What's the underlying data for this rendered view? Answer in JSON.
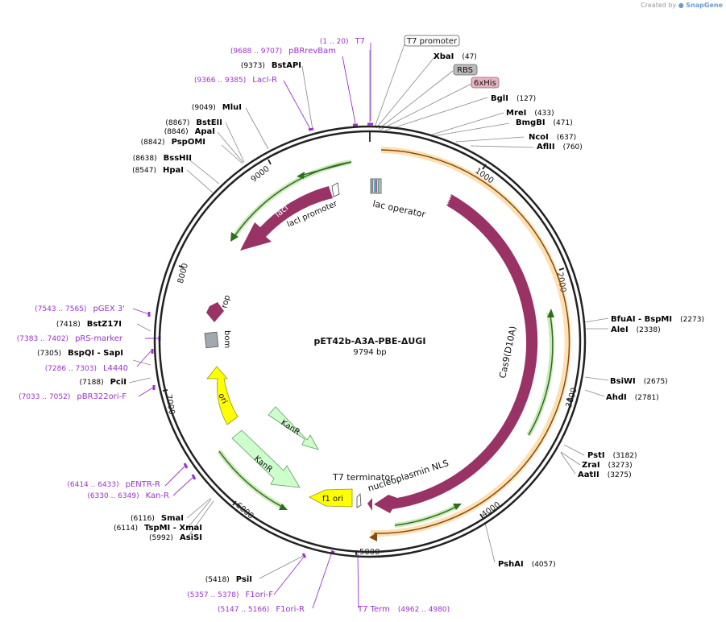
{
  "credit": {
    "created_by": "Created by",
    "app": "SnapGene"
  },
  "plasmid": {
    "name": "pET42b-A3A-PBE-ΔUGI",
    "size_label": "9794 bp",
    "length": 9794
  },
  "colors": {
    "feature_cds": "#993366",
    "feature_kanr": "#ccffcc",
    "feature_ori": "#ffff00",
    "feature_rop": "#993366",
    "primer_text": "#9933cc",
    "enzyme_text": "#000000",
    "orange_glow": "#f5a623",
    "green_arrow": "#339933"
  },
  "ticks": [
    "1000",
    "2000",
    "3000",
    "4000",
    "5000",
    "6000",
    "7000",
    "8000",
    "9000"
  ],
  "features": [
    {
      "label": "lac operator"
    },
    {
      "label": "lacI promoter"
    },
    {
      "label": "lacI"
    },
    {
      "label": "Cas9(D10A)"
    },
    {
      "label": "nucleoplasmin NLS"
    },
    {
      "label": "T7 terminator"
    },
    {
      "label": "f1 ori"
    },
    {
      "label": "KanR"
    },
    {
      "label": "KanR"
    },
    {
      "label": "ori"
    },
    {
      "label": "bom"
    },
    {
      "label": "rop"
    }
  ],
  "boxed_labels": [
    {
      "label": "T7 promoter"
    },
    {
      "label": "RBS"
    },
    {
      "label": "6xHis"
    }
  ],
  "site_labels": [
    {
      "text": "XbaI",
      "pos": "(47)",
      "kind": "enzyme"
    },
    {
      "text": "BglI",
      "pos": "(127)",
      "kind": "enzyme"
    },
    {
      "text": "MreI",
      "pos": "(433)",
      "kind": "enzyme"
    },
    {
      "text": "BmgBI",
      "pos": "(471)",
      "kind": "enzyme"
    },
    {
      "text": "NcoI",
      "pos": "(637)",
      "kind": "enzyme"
    },
    {
      "text": "AflII",
      "pos": "(760)",
      "kind": "enzyme"
    },
    {
      "text": "BfuAI   - BspMI",
      "pos": "(2273)",
      "kind": "enzyme"
    },
    {
      "text": "AleI",
      "pos": "(2338)",
      "kind": "enzyme"
    },
    {
      "text": "BsiWI",
      "pos": "(2675)",
      "kind": "enzyme"
    },
    {
      "text": "AhdI",
      "pos": "(2781)",
      "kind": "enzyme"
    },
    {
      "text": "PstI",
      "pos": "(3182)",
      "kind": "enzyme"
    },
    {
      "text": "ZraI",
      "pos": "(3273)",
      "kind": "enzyme"
    },
    {
      "text": "AatII",
      "pos": "(3275)",
      "kind": "enzyme"
    },
    {
      "text": "PshAI",
      "pos": "(4057)",
      "kind": "enzyme"
    },
    {
      "text": "T7 Term",
      "pos": "(4962 .. 4980)",
      "kind": "primer"
    },
    {
      "text": "F1ori-R",
      "pos": "(5147 .. 5166)",
      "kind": "primer"
    },
    {
      "text": "F1ori-F",
      "pos": "(5357 .. 5378)",
      "kind": "primer"
    },
    {
      "text": "PsiI",
      "pos": "(5418)",
      "kind": "enzyme"
    },
    {
      "text": "AsiSI",
      "pos": "(5992)",
      "kind": "enzyme"
    },
    {
      "text": "TspMI   - XmaI",
      "pos": "(6114)",
      "kind": "enzyme"
    },
    {
      "text": "SmaI",
      "pos": "(6116)",
      "kind": "enzyme"
    },
    {
      "text": "Kan-R",
      "pos": "(6330 .. 6349)",
      "kind": "primer"
    },
    {
      "text": "pENTR-R",
      "pos": "(6414 .. 6433)",
      "kind": "primer"
    },
    {
      "text": "pBR322ori-F",
      "pos": "(7033 .. 7052)",
      "kind": "primer"
    },
    {
      "text": "PciI",
      "pos": "(7188)",
      "kind": "enzyme"
    },
    {
      "text": "L4440",
      "pos": "(7286 .. 7303)",
      "kind": "primer"
    },
    {
      "text": "BspQI   - SapI",
      "pos": "(7305)",
      "kind": "enzyme"
    },
    {
      "text": "pRS-marker",
      "pos": "(7383 .. 7402)",
      "kind": "primer"
    },
    {
      "text": "BstZ17I",
      "pos": "(7418)",
      "kind": "enzyme"
    },
    {
      "text": "pGEX 3'",
      "pos": "(7543 .. 7565)",
      "kind": "primer"
    },
    {
      "text": "HpaI",
      "pos": "(8547)",
      "kind": "enzyme"
    },
    {
      "text": "BssHII",
      "pos": "(8638)",
      "kind": "enzyme"
    },
    {
      "text": "PspOMI",
      "pos": "(8842)",
      "kind": "enzyme"
    },
    {
      "text": "ApaI",
      "pos": "(8846)",
      "kind": "enzyme"
    },
    {
      "text": "BstEII",
      "pos": "(8867)",
      "kind": "enzyme"
    },
    {
      "text": "MluI",
      "pos": "(9049)",
      "kind": "enzyme"
    },
    {
      "text": "LacI-R",
      "pos": "(9366 .. 9385)",
      "kind": "primer"
    },
    {
      "text": "BstAPI",
      "pos": "(9373)",
      "kind": "enzyme"
    },
    {
      "text": "pBRrevBam",
      "pos": "(9688 .. 9707)",
      "kind": "primer"
    },
    {
      "text": "T7",
      "pos": "(1 .. 20)",
      "kind": "primer"
    }
  ]
}
